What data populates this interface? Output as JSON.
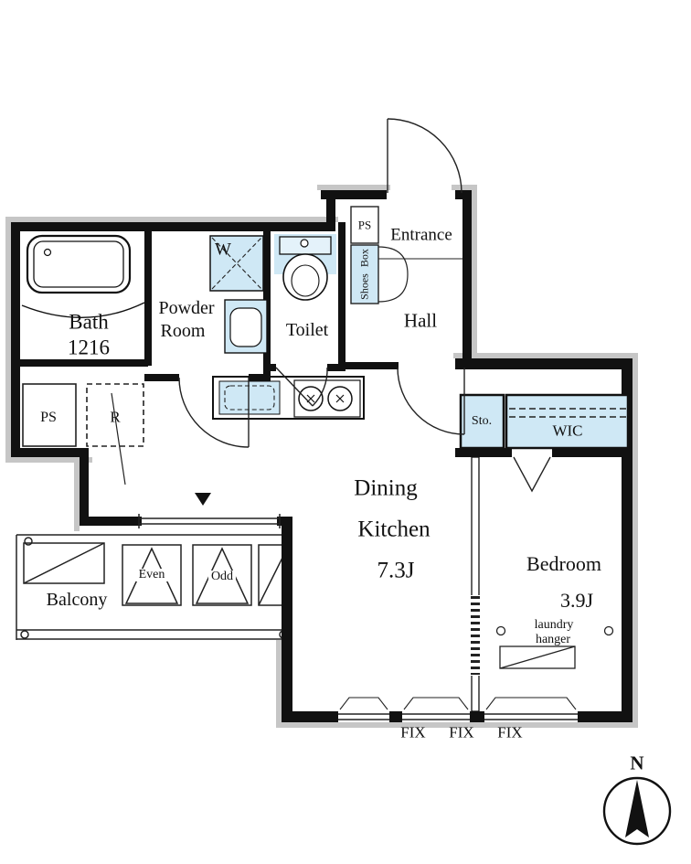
{
  "plan": {
    "type": "apartment-floor-plan",
    "rooms": {
      "bath": {
        "name": "Bath",
        "size": "1216"
      },
      "powder_room": {
        "line1": "Powder",
        "line2": "Room"
      },
      "toilet": {
        "name": "Toilet"
      },
      "entrance": {
        "name": "Entrance"
      },
      "hall": {
        "name": "Hall"
      },
      "dining_kitchen": {
        "line1": "Dining",
        "line2": "Kitchen",
        "size": "7.3J"
      },
      "bedroom": {
        "name": "Bedroom",
        "size": "3.9J"
      },
      "balcony": {
        "name": "Balcony"
      },
      "wic": {
        "name": "WIC"
      },
      "storage": {
        "name": "Sto."
      },
      "shoes_box": {
        "line1": "Shoes",
        "line2": "Box"
      },
      "ps_top": {
        "name": "PS"
      },
      "ps_left": {
        "name": "PS"
      },
      "refrigerator": {
        "name": "R"
      }
    },
    "fixtures": {
      "washer": "W",
      "laundry_hanger": {
        "line1": "laundry",
        "line2": "hanger"
      },
      "balcony_even": "Even",
      "balcony_odd": "Odd"
    },
    "windows": {
      "fix_labels": [
        "FIX",
        "FIX",
        "FIX"
      ]
    },
    "compass": {
      "north": "N"
    },
    "colors": {
      "wall": "#111111",
      "fixture_fill": "#cfe8f5",
      "shadow": "#c6c6c6",
      "line": "#222222"
    }
  }
}
